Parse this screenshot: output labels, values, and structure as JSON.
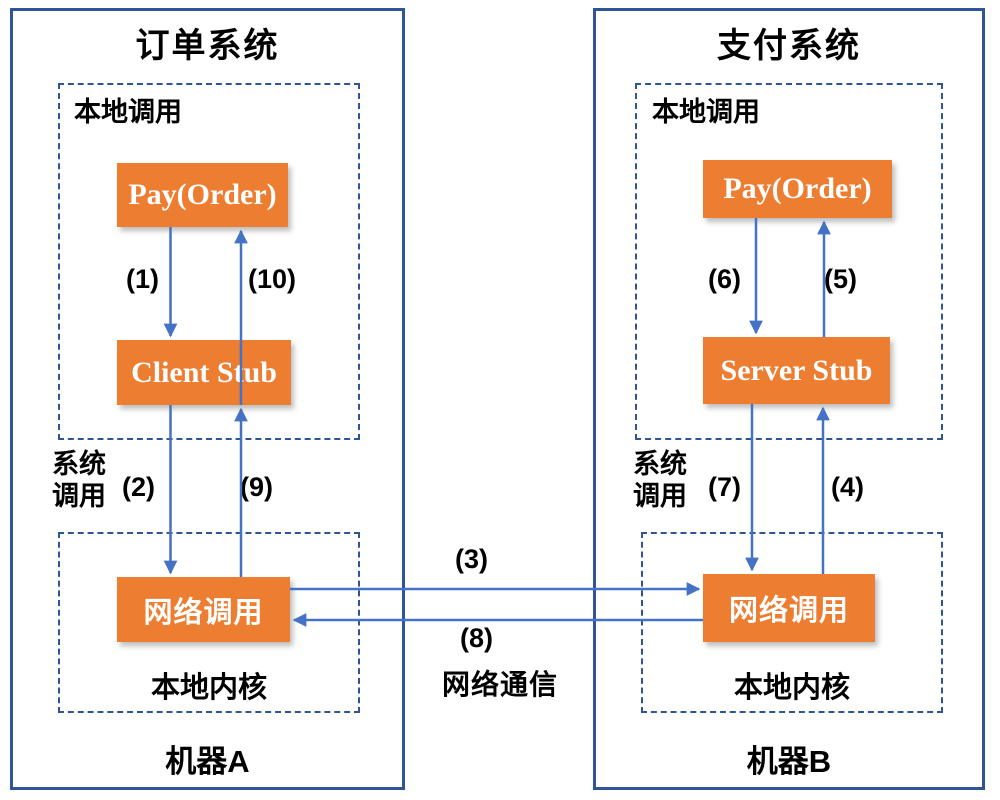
{
  "colors": {
    "process_box_orange": "#ED7D31",
    "border_blue": "#2F5597",
    "arrow_blue": "#4472C4",
    "text_black": "#000000",
    "box_text_white": "#FFFFFF"
  },
  "machine_a": {
    "title": "订单系统",
    "local_call_label": "本地调用",
    "pay_box": "Pay(Order)",
    "stub_box": "Client Stub",
    "syscall_label": "系统调用",
    "network_box": "网络调用",
    "kernel_label": "本地内核",
    "machine_label": "机器A",
    "steps": {
      "s1": "(1)",
      "s2": "(2)",
      "s9": "(9)",
      "s10": "(10)"
    }
  },
  "machine_b": {
    "title": "支付系统",
    "local_call_label": "本地调用",
    "pay_box": "Pay(Order)",
    "stub_box": "Server Stub",
    "syscall_label": "系统调用",
    "network_box": "网络调用",
    "kernel_label": "本地内核",
    "machine_label": "机器B",
    "steps": {
      "s4": "(4)",
      "s5": "(5)",
      "s6": "(6)",
      "s7": "(7)"
    }
  },
  "network_link": {
    "step_request": "(3)",
    "step_response": "(8)",
    "label": "网络通信"
  }
}
